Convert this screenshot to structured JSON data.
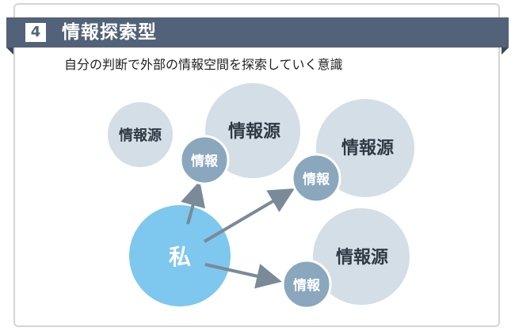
{
  "section": {
    "number": "4",
    "title": "情報探索型"
  },
  "subtitle": "自分の判断で外部の情報空間を探索していく意識",
  "diagram": {
    "self_label": "私",
    "sources": [
      {
        "label": "情報源"
      },
      {
        "label": "情報源"
      },
      {
        "label": "情報源"
      },
      {
        "label": "情報源"
      }
    ],
    "info_nodes": [
      {
        "label": "情報"
      },
      {
        "label": "情報"
      },
      {
        "label": "情報"
      }
    ]
  },
  "colors": {
    "header_band": "#526278",
    "source_fill": "#d3dee6",
    "info_fill": "#8aa7bd",
    "self_fill": "#7ec7ee",
    "arrow": "#7a8a98"
  }
}
